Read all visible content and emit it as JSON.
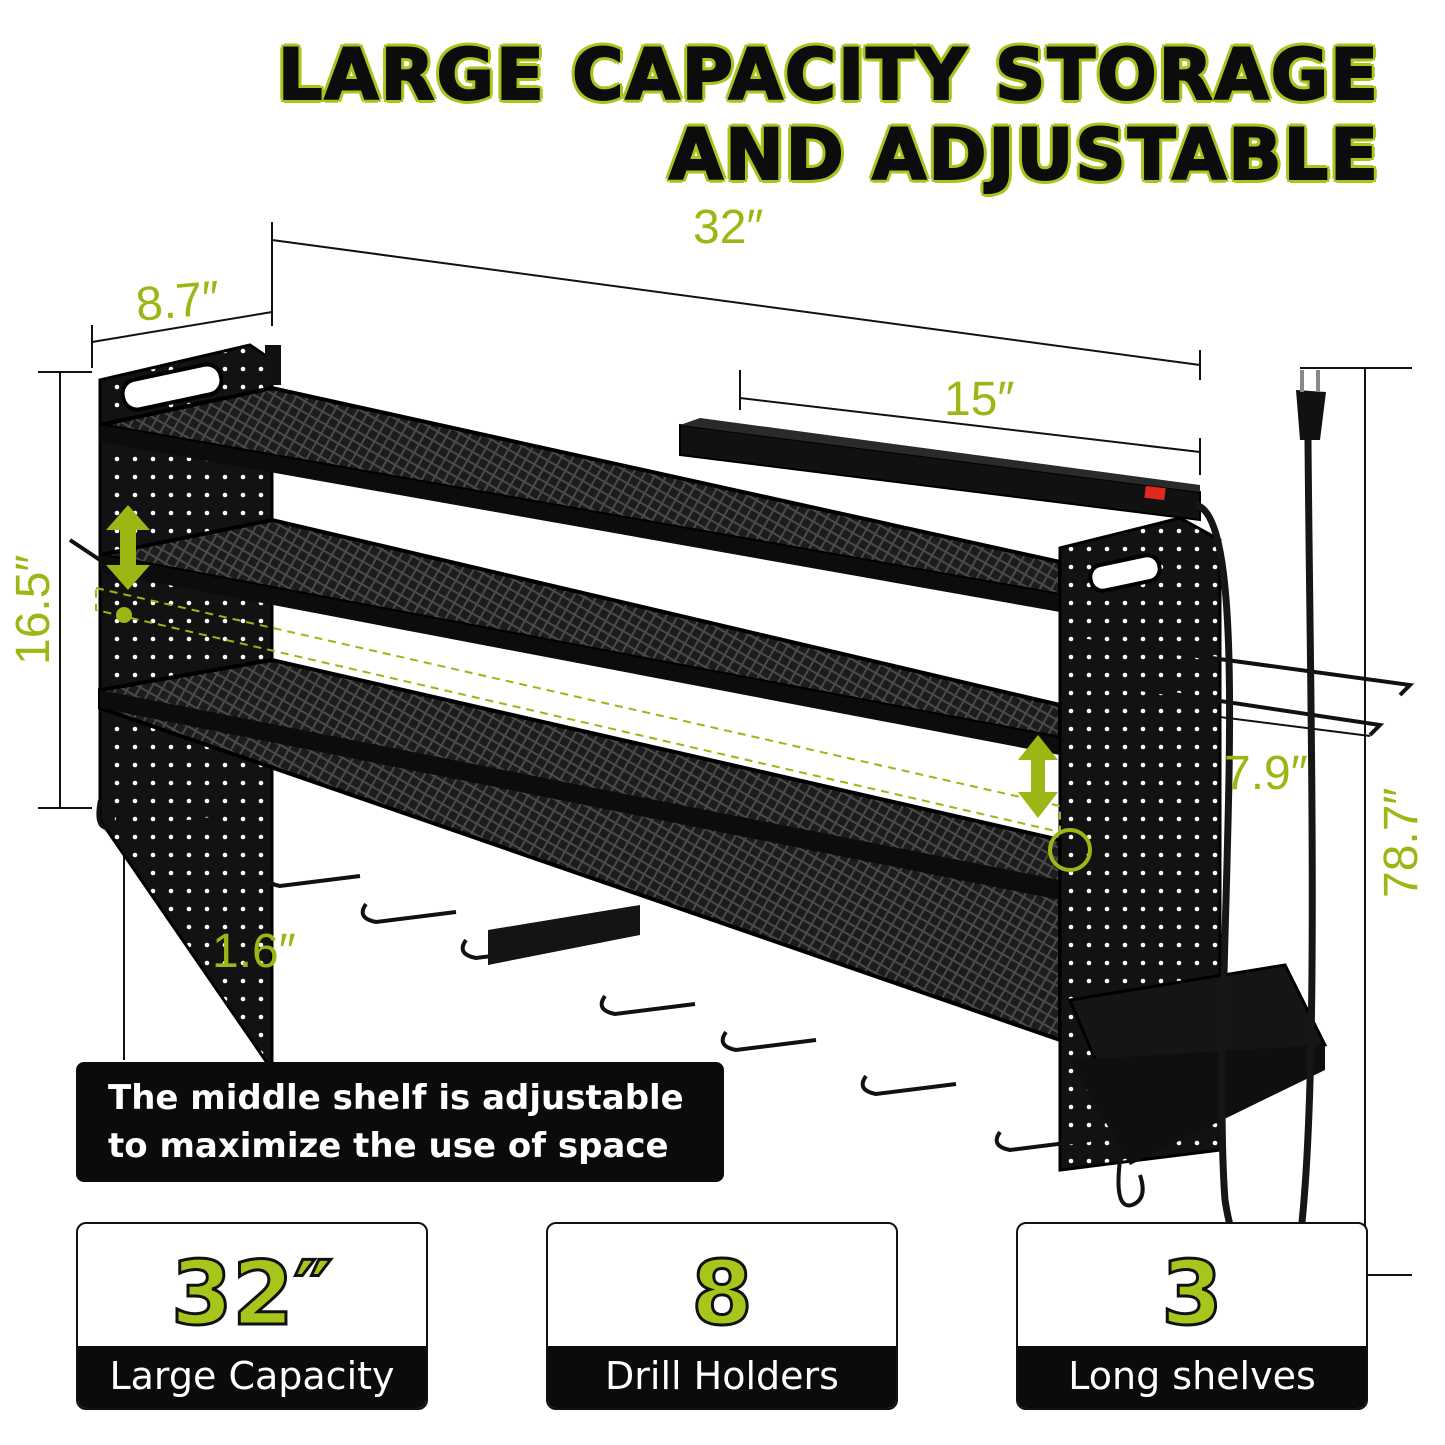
{
  "headline": {
    "line1": "LARGE CAPACITY STORAGE",
    "line2": "AND ADJUSTABLE"
  },
  "dimensions": {
    "width": "32″",
    "depth": "8.7″",
    "power_strip_length": "15″",
    "height": "16.5″",
    "shelf_depth": "7.9″",
    "cord_length": "78.7″",
    "slot_width": "1.6″"
  },
  "callout": {
    "line1": "The middle shelf is adjustable",
    "line2": "to maximize the use of space"
  },
  "features": [
    {
      "value": "32″",
      "label": "Large Capacity"
    },
    {
      "value": "8",
      "label": "Drill Holders"
    },
    {
      "value": "3",
      "label": "Long shelves"
    }
  ],
  "colors": {
    "accent": "#a7c61c",
    "dimension_text": "#9ab714",
    "dark": "#0b0b0b"
  }
}
